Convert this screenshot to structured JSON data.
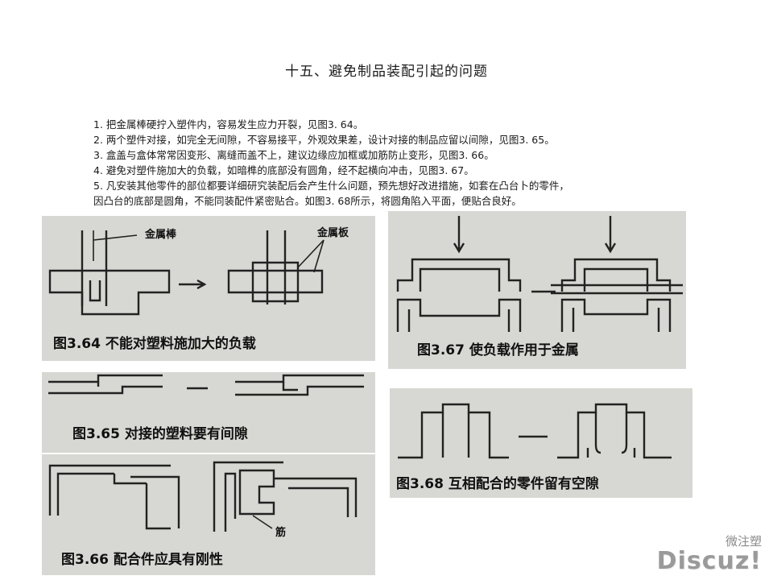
{
  "page": {
    "title": "十五、避免制品装配引起的问题",
    "items": [
      "1. 把金属棒硬拧入塑件内，容易发生应力开裂，见图3. 64。",
      "2. 两个塑件对接，如完全无间隙，不容易接平，外观效果差，设计对接的制品应留以间隙，见图3. 65。",
      "3. 盒盖与盒体常常因变形、离缝而盖不上，建议边缘应加框或加筋防止变形，见图3. 66。",
      "4. 避免对塑件施加大的负载，如暗榫的底部没有圆角，经不起横向冲击，见图3. 67。",
      "5. 凡安装其他零件的部位都要详细研究装配后会产生什么问题，预先想好改进措施，如套在凸台卜的零件，",
      "因凸台的底部是圆角，不能同装配件紧密贴合。如图3. 68所示，将圆角陷入平面，便贴合良好。"
    ]
  },
  "figures": {
    "f364": {
      "caption": "图3.64  不能对塑料施加大的负载",
      "label_rod": "金属棒",
      "label_plate": "金属板"
    },
    "f365": {
      "caption": "图3.65  对接的塑料要有间隙"
    },
    "f366": {
      "caption": "图3.66  配合件应具有刚性",
      "label_rib": "筋"
    },
    "f367": {
      "caption": "图3.67  使负载作用于金属"
    },
    "f368": {
      "caption": "图3.68  互相配合的零件留有空隙"
    }
  },
  "watermark": {
    "brand": "微注塑",
    "site": "Discuz!"
  }
}
